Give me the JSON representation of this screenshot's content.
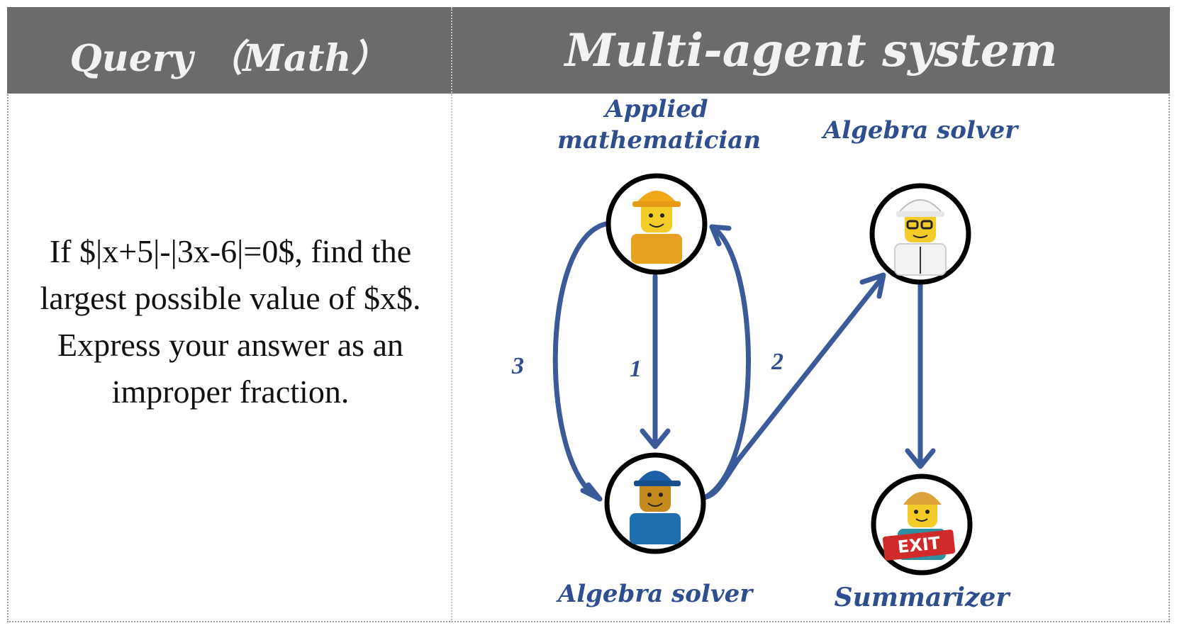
{
  "header": {
    "query_title": "Query （Math）",
    "system_title": "Multi-agent system"
  },
  "query": {
    "text": "If $|x+5|-|3x-6|=0$, find the largest possible value of $x$. Express your answer as an improper fraction."
  },
  "agents": {
    "applied_mathematician": {
      "line1": "Applied",
      "line2": "mathematician",
      "avatar": "worker-yellow-hardhat"
    },
    "algebra_solver_top": {
      "label": "Algebra solver",
      "avatar": "scientist-white-hardhat"
    },
    "algebra_solver_bottom": {
      "label": "Algebra solver",
      "avatar": "worker-blue-cap"
    },
    "summarizer": {
      "label": "Summarizer",
      "avatar": "person-exit-sign",
      "sign_text": "EXIT"
    }
  },
  "edges": {
    "edge1": "1",
    "edge2": "2",
    "edge3": "3"
  },
  "colors": {
    "header_bg": "#6b6b6b",
    "header_text": "#f2f2f2",
    "accent_blue": "#3a5a9a",
    "label_blue": "#2e4e8f"
  }
}
